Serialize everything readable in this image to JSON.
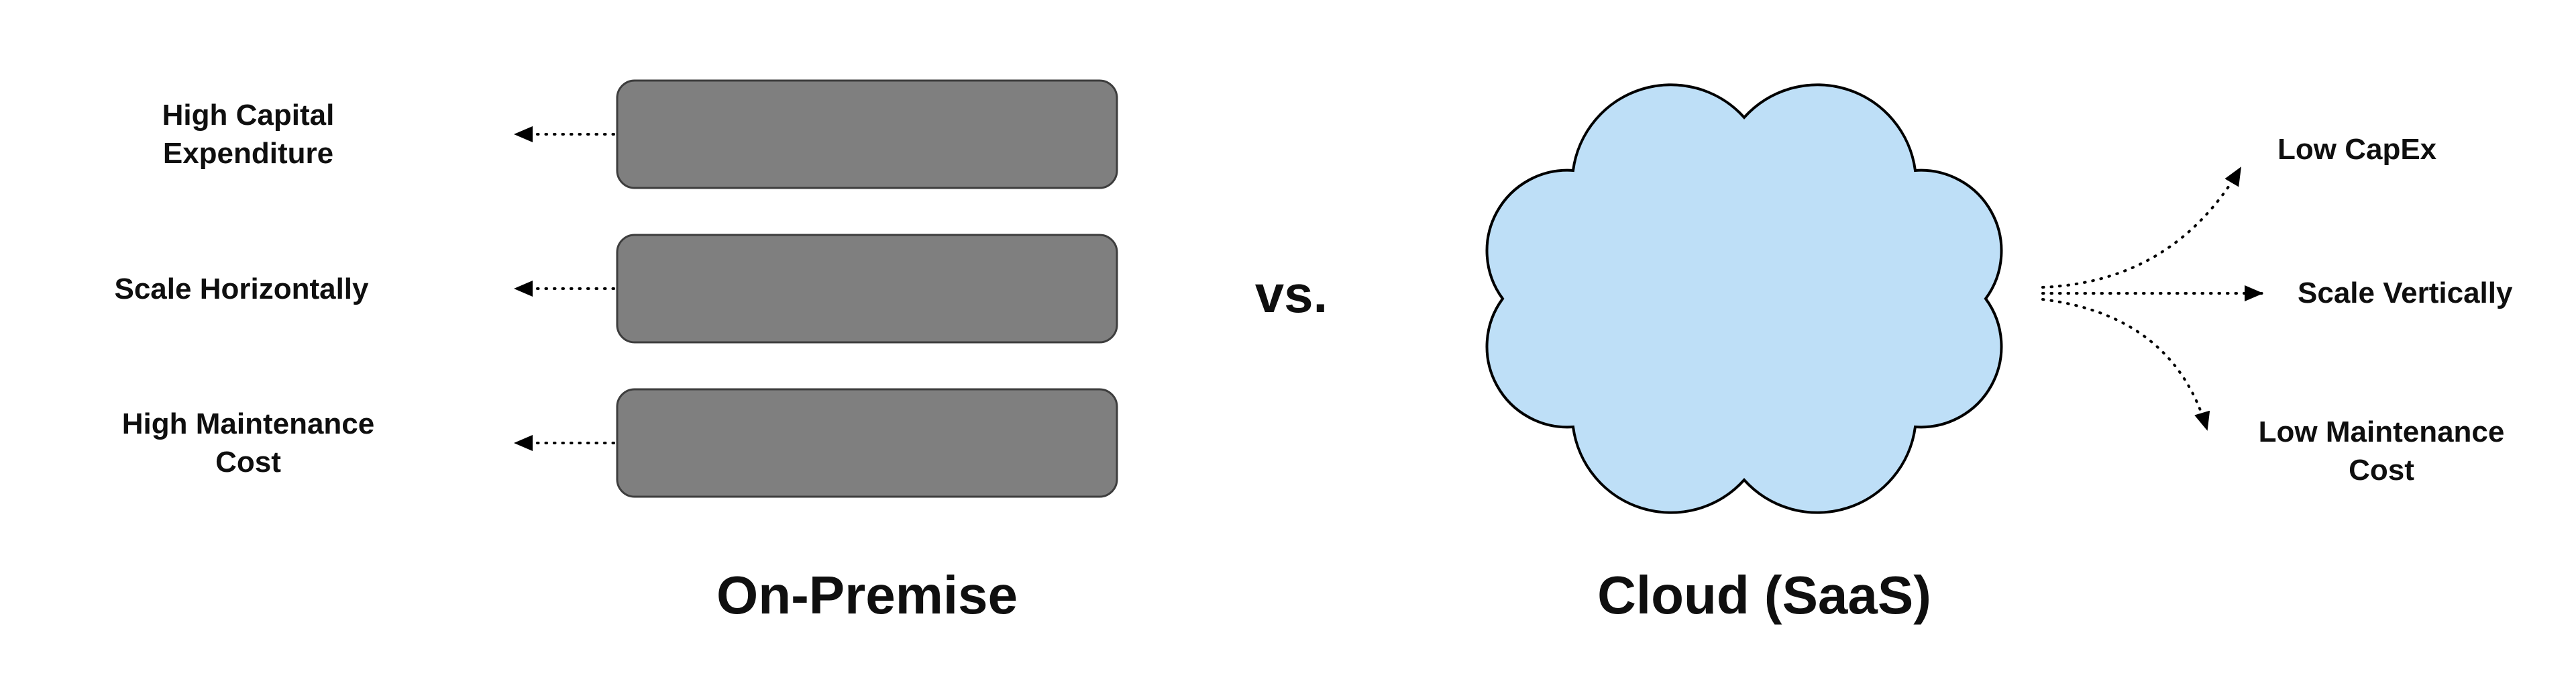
{
  "diagram": {
    "versus_label": "vs.",
    "on_premise": {
      "title": "On-Premise",
      "labels": [
        "High Capital Expenditure",
        "Scale Horizontally",
        "High Maintenance Cost"
      ]
    },
    "cloud": {
      "title": "Cloud (SaaS)",
      "labels": [
        "Low CapEx",
        "Scale Vertically",
        "Low Maintenance Cost"
      ]
    },
    "colors": {
      "server_fill": "#7f7f7f",
      "server_border": "#3d3d3d",
      "cloud_fill": "#bedff7",
      "line_color": "#000000",
      "text_color": "#0f0f0f"
    }
  }
}
